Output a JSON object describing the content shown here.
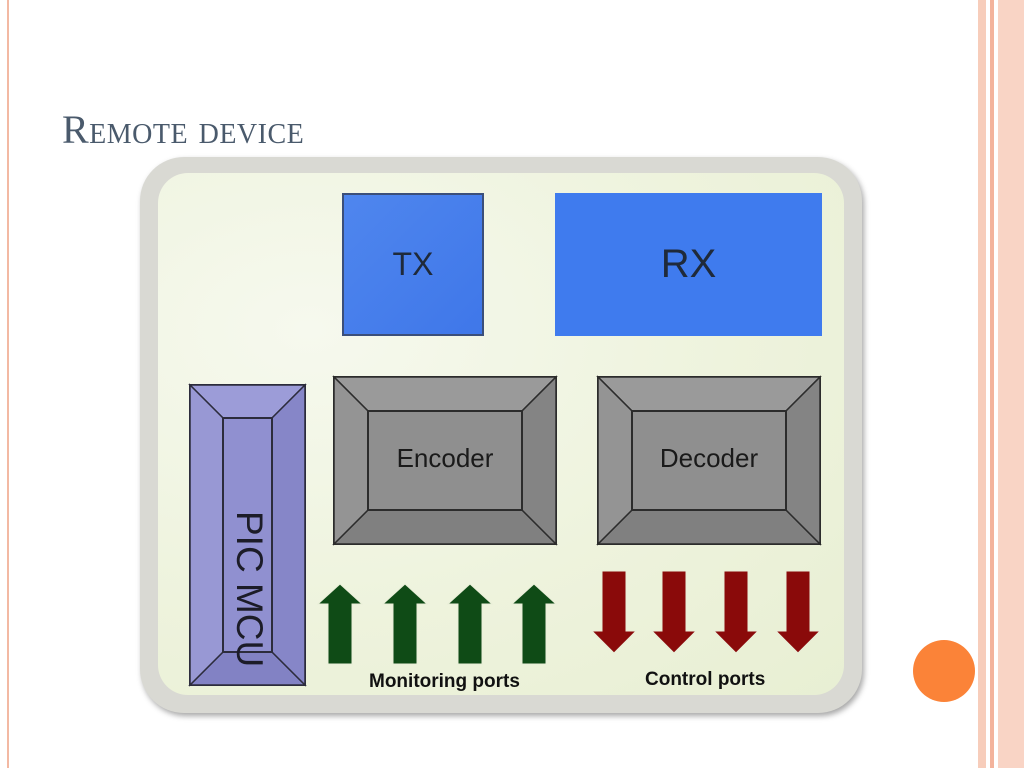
{
  "slide": {
    "title": "Remote device"
  },
  "diagram": {
    "tx_label": "TX",
    "rx_label": "RX",
    "encoder_label": "Encoder",
    "decoder_label": "Decoder",
    "mcu_label": "PIC MCU",
    "monitoring_label": "Monitoring ports",
    "control_label": "Control ports",
    "monitoring_arrow_count": 4,
    "control_arrow_count": 4,
    "colors": {
      "blue_block": "#3f7bee",
      "gray_block": "#8a8a8a",
      "mcu_block": "#8f8fd0",
      "up_arrow": "#0f4b16",
      "down_arrow": "#8a0a0a",
      "accent_dot": "#fb8338"
    }
  }
}
